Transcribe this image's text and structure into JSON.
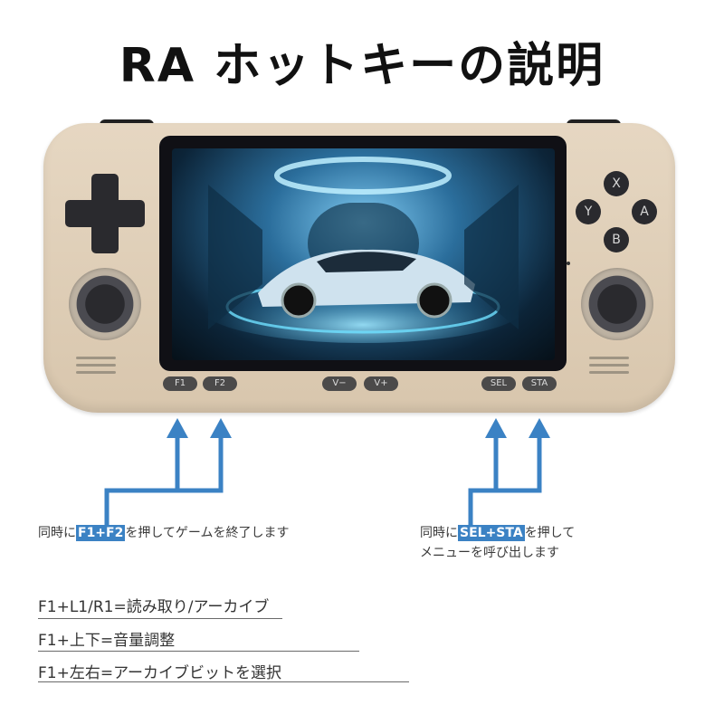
{
  "title": "RA  ホットキーの説明",
  "console": {
    "face_buttons": {
      "x": "X",
      "y": "Y",
      "a": "A",
      "b": "B"
    },
    "buttons": {
      "f1": "F1",
      "f2": "F2",
      "vminus": "V−",
      "vplus": "V+",
      "sel": "SEL",
      "sta": "STA"
    }
  },
  "callouts": {
    "left": {
      "pre": "同時に",
      "keys": "F1+F2",
      "post": "を押してゲームを終了します"
    },
    "right": {
      "pre": "同時に",
      "keys": "SEL+STA",
      "post": "を押して",
      "line2": "メニューを呼び出します"
    }
  },
  "hotkeys": [
    "F1+L1/R1=読み取り/アーカイブ",
    "F1+上下=音量調整",
    "F1+左右=アーカイブビットを選択"
  ],
  "colors": {
    "accent": "#3b82c4",
    "shell": "#ddccb4"
  }
}
